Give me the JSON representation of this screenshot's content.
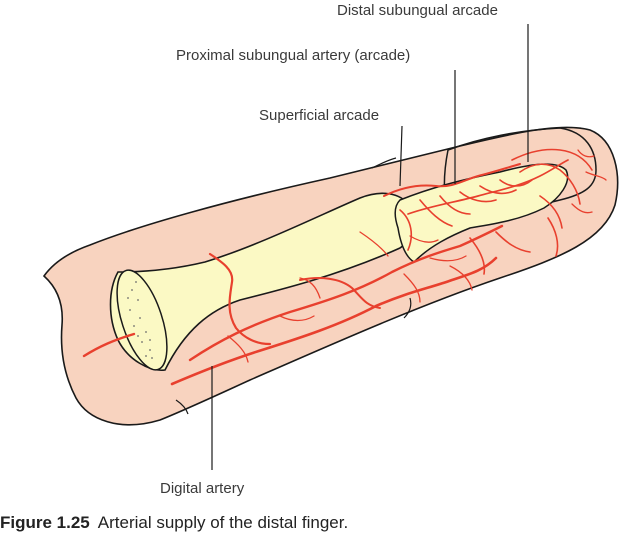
{
  "labels": {
    "distal_subungual_arcade": "Distal subungual arcade",
    "proximal_subungual_artery": "Proximal subungual artery (arcade)",
    "superficial_arcade": "Superficial arcade",
    "digital_artery": "Digital artery"
  },
  "caption": {
    "figure_number": "Figure 1.25",
    "text": "Arterial supply of the distal finger."
  },
  "colors": {
    "skin": "#f8d3bf",
    "bone": "#fbf9c4",
    "artery": "#e8402e",
    "outline": "#1a1a1a",
    "leader": "#1a1a1a"
  }
}
